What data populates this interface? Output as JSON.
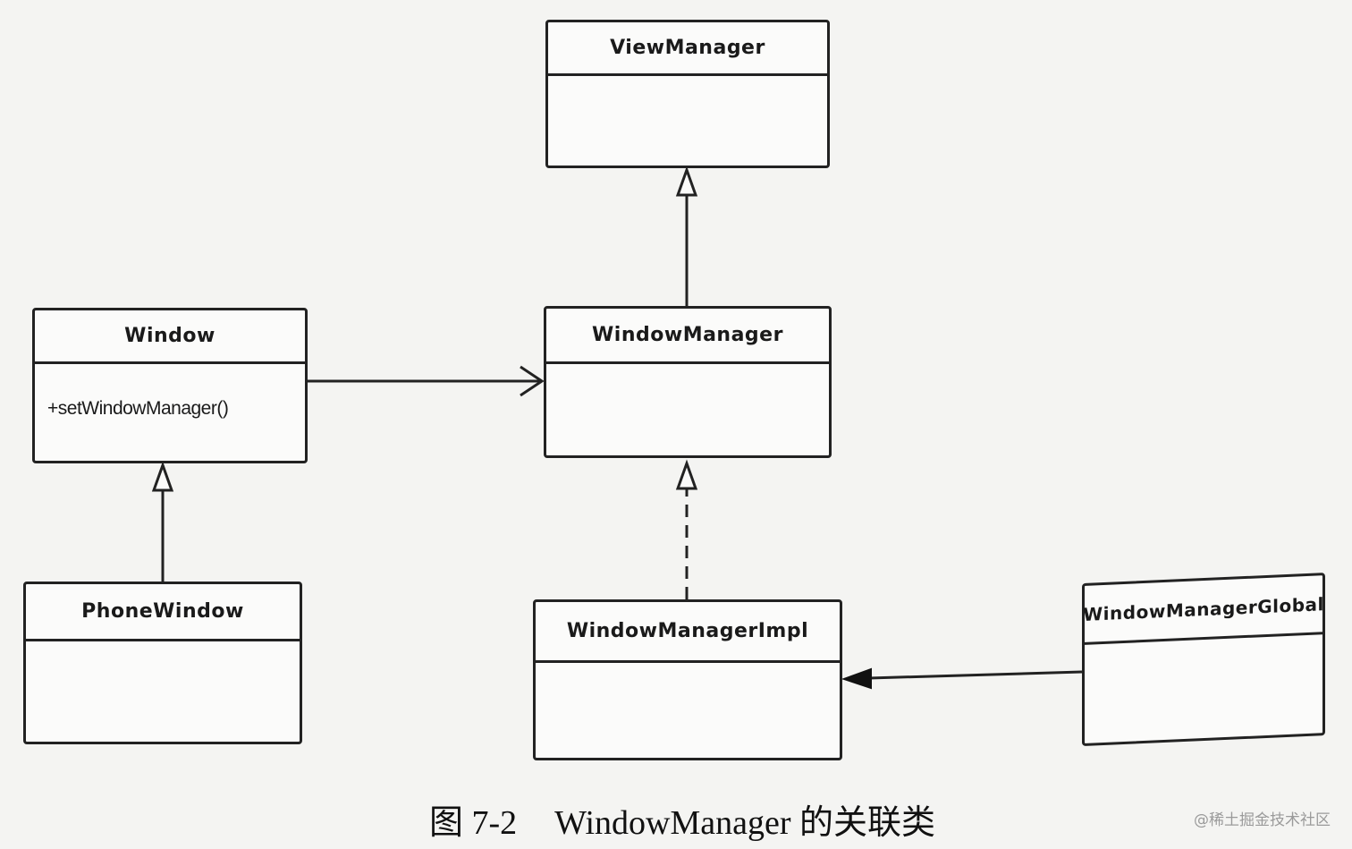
{
  "classes": {
    "view_manager": {
      "name": "ViewManager"
    },
    "window": {
      "name": "Window",
      "method": "+setWindowManager()"
    },
    "window_manager": {
      "name": "WindowManager"
    },
    "phone_window": {
      "name": "PhoneWindow"
    },
    "window_manager_impl": {
      "name": "WindowManagerImpl"
    },
    "window_manager_global": {
      "name": "WindowManagerGlobal"
    }
  },
  "relationships": [
    {
      "from": "WindowManager",
      "to": "ViewManager",
      "kind": "generalization"
    },
    {
      "from": "Window",
      "to": "WindowManager",
      "kind": "association"
    },
    {
      "from": "PhoneWindow",
      "to": "Window",
      "kind": "generalization"
    },
    {
      "from": "WindowManagerImpl",
      "to": "WindowManager",
      "kind": "realization"
    },
    {
      "from": "WindowManagerGlobal",
      "to": "WindowManagerImpl",
      "kind": "composition"
    }
  ],
  "caption": {
    "figure_number": "图 7-2",
    "text": "WindowManager 的关联类"
  },
  "watermark": "@稀土掘金技术社区"
}
